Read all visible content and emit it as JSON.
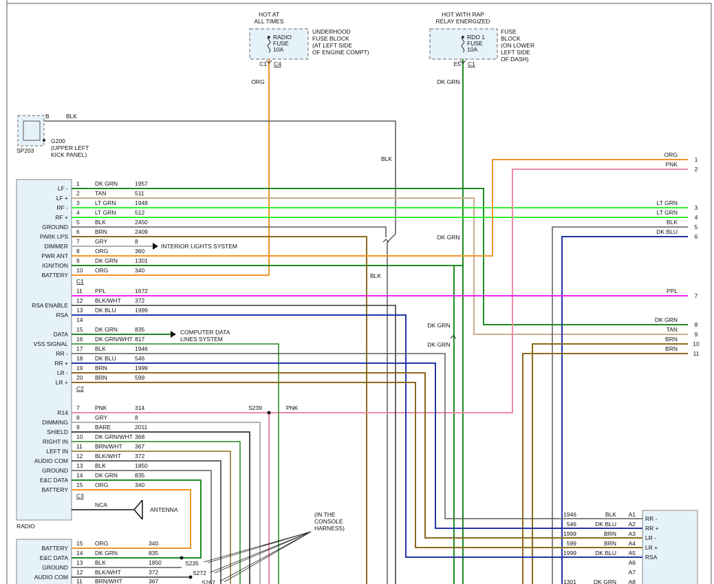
{
  "colors": {
    "orange": "#f0962a",
    "dkgrn": "#1e8a1e",
    "ltgrn": "#33ee33",
    "tan": "#c8ae8a",
    "brn": "#8a6a1a",
    "blk": "#5a5a5a",
    "blkw": "#333333",
    "dkblu": "#1f34a8",
    "pnk": "#f08aa6",
    "ppl": "#ee22ee",
    "gry": "#b0b0b0",
    "box": "#e6f2fa"
  },
  "fuses": [
    {
      "heading": [
        "HOT AT",
        "ALL TIMES"
      ],
      "name": [
        "RADIO",
        "FUSE",
        "10A"
      ],
      "block": [
        "UNDERHOOD",
        "FUSE BLOCK",
        "(AT LEFT SIDE",
        "OF ENGINE COMPT)"
      ],
      "pins": [
        "C1",
        "C4"
      ],
      "wire": "ORG"
    },
    {
      "heading": [
        "HOT WITH RAP",
        "RELAY ENERGIZED"
      ],
      "name": [
        "RDO 1",
        "FUSE",
        "10A"
      ],
      "block": [
        "FUSE",
        "BLOCK",
        "(ON LOWER",
        "LEFT SIDE",
        "OF DASH)"
      ],
      "pins": [
        "E5",
        "C1"
      ],
      "wire": "DK GRN"
    }
  ],
  "ground": {
    "splice": "SP203",
    "pin": "B",
    "wire": "BLK",
    "name": "G200",
    "location": [
      "(UPPER LEFT",
      "KICK PANEL)"
    ]
  },
  "radio": {
    "label": "RADIO",
    "c1_label": "C1",
    "c2_label": "C2",
    "c3_label": "C3",
    "c1": [
      {
        "label": "LF -",
        "pin": "1",
        "color": "DK GRN",
        "circuit": "1957"
      },
      {
        "label": "LF +",
        "pin": "2",
        "color": "TAN",
        "circuit": "511"
      },
      {
        "label": "RF -",
        "pin": "3",
        "color": "LT GRN",
        "circuit": "1948"
      },
      {
        "label": "RF +",
        "pin": "4",
        "color": "LT GRN",
        "circuit": "512"
      },
      {
        "label": "GROUND",
        "pin": "5",
        "color": "BLK",
        "circuit": "2450"
      },
      {
        "label": "PARK LPS",
        "pin": "6",
        "color": "BRN",
        "circuit": "2409"
      },
      {
        "label": "DIMMER",
        "pin": "7",
        "color": "GRY",
        "circuit": "8"
      },
      {
        "label": "PWR ANT",
        "pin": "8",
        "color": "ORG",
        "circuit": "360"
      },
      {
        "label": "IGNITION",
        "pin": "9",
        "color": "DK GRN",
        "circuit": "1301"
      },
      {
        "label": "BATTERY",
        "pin": "10",
        "color": "ORG",
        "circuit": "340"
      }
    ],
    "c2": [
      {
        "label": "",
        "pin": "11",
        "color": "PPL",
        "circuit": "1672"
      },
      {
        "label": "RSA ENABLE",
        "pin": "12",
        "color": "BLK/WHT",
        "circuit": "372"
      },
      {
        "label": "RSA",
        "pin": "13",
        "color": "DK BLU",
        "circuit": "1999"
      },
      {
        "label": "",
        "pin": "14",
        "color": "",
        "circuit": ""
      },
      {
        "label": "DATA",
        "pin": "15",
        "color": "DK GRN",
        "circuit": "835"
      },
      {
        "label": "VSS SIGNAL",
        "pin": "16",
        "color": "DK GRN/WHT",
        "circuit": "817"
      },
      {
        "label": "RR -",
        "pin": "17",
        "color": "BLK",
        "circuit": "1946"
      },
      {
        "label": "RR +",
        "pin": "18",
        "color": "DK BLU",
        "circuit": "546"
      },
      {
        "label": "LR -",
        "pin": "19",
        "color": "BRN",
        "circuit": "1999"
      },
      {
        "label": "LR +",
        "pin": "20",
        "color": "BRN",
        "circuit": "599"
      }
    ],
    "c3": [
      {
        "label": "R14",
        "pin": "7",
        "color": "PNK",
        "circuit": "314"
      },
      {
        "label": "DIMMING",
        "pin": "8",
        "color": "GRY",
        "circuit": "8"
      },
      {
        "label": "SHIELD",
        "pin": "9",
        "color": "BARE",
        "circuit": "2011"
      },
      {
        "label": "RIGHT IN",
        "pin": "10",
        "color": "DK GRN/WHT",
        "circuit": "368"
      },
      {
        "label": "LEFT IN",
        "pin": "11",
        "color": "BRN/WHT",
        "circuit": "367"
      },
      {
        "label": "AUDIO COM",
        "pin": "12",
        "color": "BLK/WHT",
        "circuit": "372"
      },
      {
        "label": "GROUND",
        "pin": "13",
        "color": "BLK",
        "circuit": "1850"
      },
      {
        "label": "E&C DATA",
        "pin": "14",
        "color": "DK GRN",
        "circuit": "835"
      },
      {
        "label": "BATTERY",
        "pin": "15",
        "color": "ORG",
        "circuit": "340"
      }
    ],
    "antenna": {
      "wire": "NCA",
      "label": "ANTENNA"
    }
  },
  "refs": {
    "interior": "INTERIOR LIGHTS SYSTEM",
    "computer": [
      "COMPUTER DATA",
      "LINES SYSTEM"
    ]
  },
  "right_edge": [
    {
      "color": "ORG",
      "num": "1"
    },
    {
      "color": "PNK",
      "num": "2"
    },
    {
      "color": "LT GRN",
      "num": "3"
    },
    {
      "color": "LT GRN",
      "num": "4"
    },
    {
      "color": "BLK",
      "num": "5"
    },
    {
      "color": "DK BLU",
      "num": "6"
    },
    {
      "color": "PPL",
      "num": "7"
    },
    {
      "color": "DK GRN",
      "num": "8"
    },
    {
      "color": "TAN",
      "num": "9"
    },
    {
      "color": "BRN",
      "num": "10"
    },
    {
      "color": "BRN",
      "num": "11"
    }
  ],
  "wire_tags": {
    "org": "ORG",
    "dkgrn": "DK GRN",
    "blk": "BLK",
    "pnk": "PNK"
  },
  "splices": {
    "s239": "S239",
    "s235": "S235",
    "s272": "S272",
    "s267": "S267"
  },
  "console_note": [
    "(IN THE",
    "CONSOLE",
    "HARNESS)"
  ],
  "amp": [
    {
      "pin": "A1",
      "label": "RR -",
      "circuit": "1946",
      "color": "BLK"
    },
    {
      "pin": "A2",
      "label": "RR +",
      "circuit": "546",
      "color": "DK BLU"
    },
    {
      "pin": "A3",
      "label": "LR -",
      "circuit": "1999",
      "color": "BRN"
    },
    {
      "pin": "A4",
      "label": "LR +",
      "circuit": "599",
      "color": "BRN"
    },
    {
      "pin": "A5",
      "label": "RSA",
      "circuit": "1999",
      "color": "DK BLU"
    },
    {
      "pin": "A6",
      "label": "",
      "circuit": "",
      "color": ""
    },
    {
      "pin": "A7",
      "label": "",
      "circuit": "",
      "color": ""
    },
    {
      "pin": "A8",
      "label": "",
      "circuit": "1301",
      "color": "DK GRN"
    }
  ],
  "module2": [
    {
      "label": "BATTERY",
      "pin": "15",
      "color": "ORG",
      "circuit": "340"
    },
    {
      "label": "E&C DATA",
      "pin": "14",
      "color": "DK GRN",
      "circuit": "835"
    },
    {
      "label": "GROUND",
      "pin": "13",
      "color": "BLK",
      "circuit": "1850"
    },
    {
      "label": "AUDIO COM",
      "pin": "12",
      "color": "BLK/WHT",
      "circuit": "372"
    },
    {
      "label": "",
      "pin": "11",
      "color": "BRN/WHT",
      "circuit": "367"
    }
  ]
}
